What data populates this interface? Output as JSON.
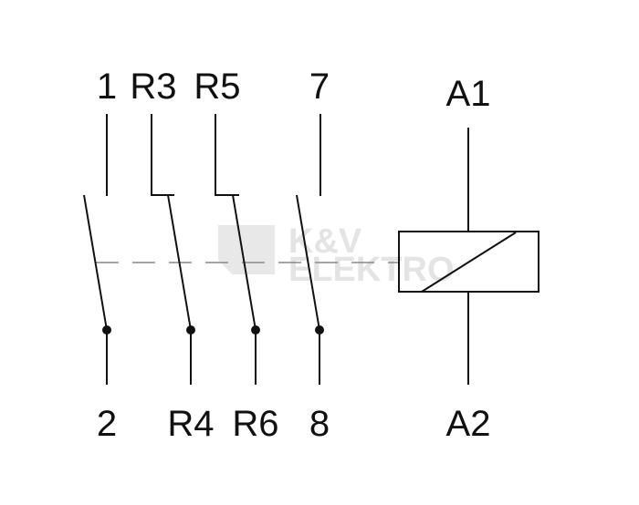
{
  "diagram": {
    "top_labels": [
      "1",
      "R3",
      "R5",
      "7"
    ],
    "bottom_labels": [
      "2",
      "R4",
      "R6",
      "8"
    ],
    "coil_top_label": "A1",
    "coil_bottom_label": "A2",
    "watermark": [
      "K&V",
      "ELEKTRO"
    ],
    "colors": {
      "line": "#111111",
      "dash": "#888888",
      "watermark": "#e4e4e4"
    }
  }
}
